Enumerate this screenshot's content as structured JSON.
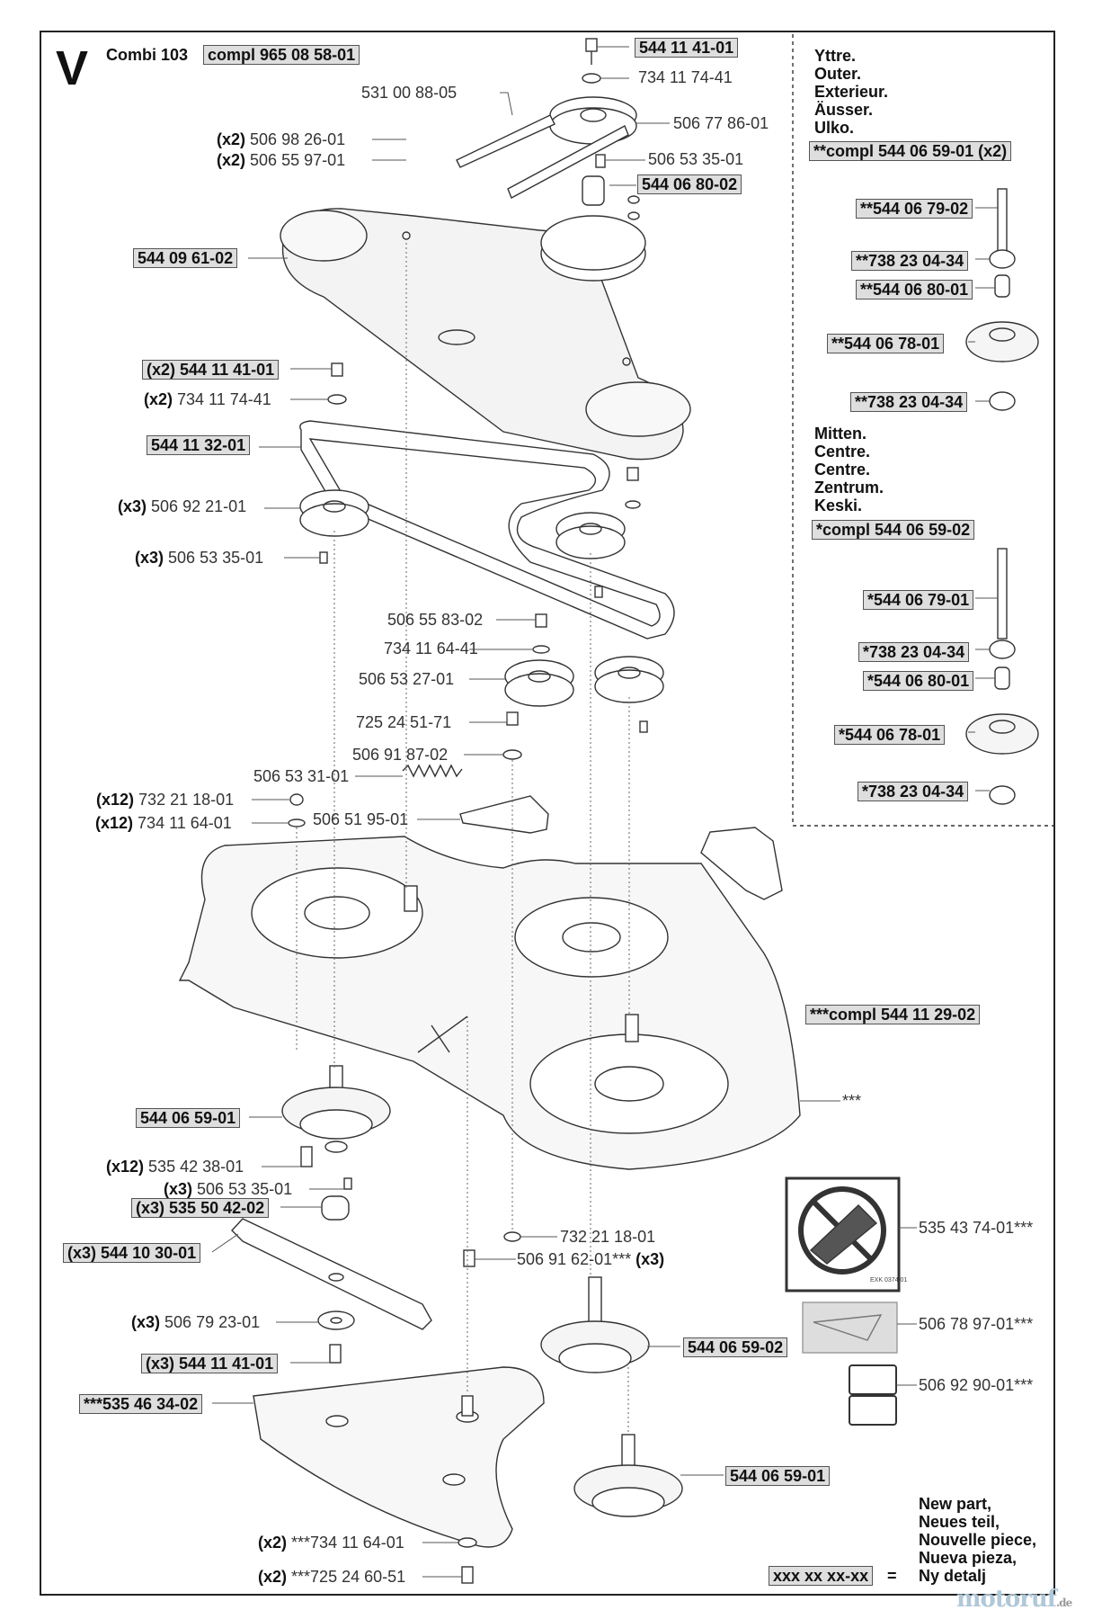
{
  "header": {
    "letter": "V",
    "model": "Combi 103",
    "compl": "compl 965 08 58-01"
  },
  "outer_panel": {
    "title_lines": [
      "Yttre.",
      "Outer.",
      "Exterieur.",
      "Äusser.",
      "Ulko."
    ],
    "compl": "**compl 544 06 59-01 (x2)",
    "parts": [
      "**544 06 79-02",
      "**738 23 04-34",
      "**544 06 80-01",
      "**544 06 78-01",
      "**738 23 04-34"
    ]
  },
  "center_panel": {
    "title_lines": [
      "Mitten.",
      "Centre.",
      "Centre.",
      "Zentrum.",
      "Keski."
    ],
    "compl": "*compl 544 06 59-02",
    "parts": [
      "*544 06 79-01",
      "*738 23 04-34",
      "*544 06 80-01",
      "*544 06 78-01",
      "*738 23 04-34"
    ]
  },
  "labels": {
    "l01": "544 11 41-01",
    "l02": "734 11 74-41",
    "l03": "531 00 88-05",
    "l04": "506 77 86-01",
    "l05": "506 98 26-01",
    "l06": "506 55 97-01",
    "l07": "506 53 35-01",
    "l08": "544 06 80-02",
    "l09": "544 09 61-02",
    "l10": "544 11 41-01",
    "l11": "734 11 74-41",
    "l12": "544 11 32-01",
    "l13": "506 92 21-01",
    "l14": "506 53 35-01",
    "l15": "506 55 83-02",
    "l16": "734 11 64-41",
    "l17": "506 53 27-01",
    "l18": "725 24 51-71",
    "l19": "506 91 87-02",
    "l20": "506 53 31-01",
    "l21": "732 21 18-01",
    "l22": "734 11 64-01",
    "l23": "506 51 95-01",
    "l24": "***compl 544 11 29-02",
    "l25": "***",
    "l26": "544 06 59-01",
    "l27": "535 42 38-01",
    "l28": "506 53 35-01",
    "l29": "535 50 42-02",
    "l30": "544 10 30-01",
    "l31": "506 79 23-01",
    "l32": "544 11 41-01",
    "l33": "***535 46 34-02",
    "l34": "732 21 18-01",
    "l35": "506 91 62-01***",
    "l36": "544 06 59-02",
    "l37": "544 06 59-01",
    "l38": "***734 11 64-01",
    "l39": "***725 24 60-51",
    "l40": "535 43 74-01***",
    "l41": "506 78 97-01***",
    "l42": "506 92 90-01***"
  },
  "qty": {
    "x2": "(x2)",
    "x3": "(x3)",
    "x12": "(x12)"
  },
  "legend": {
    "lines": [
      "New part,",
      "Neues teil,",
      "Nouvelle piece,",
      "Nueva pieza,",
      "Ny detalj"
    ],
    "placeholder": "xxx xx xx-xx",
    "equals": "="
  },
  "decal_caption": "EXK 0374 01",
  "brand": {
    "name": "motoruf",
    "tld": ".de"
  }
}
